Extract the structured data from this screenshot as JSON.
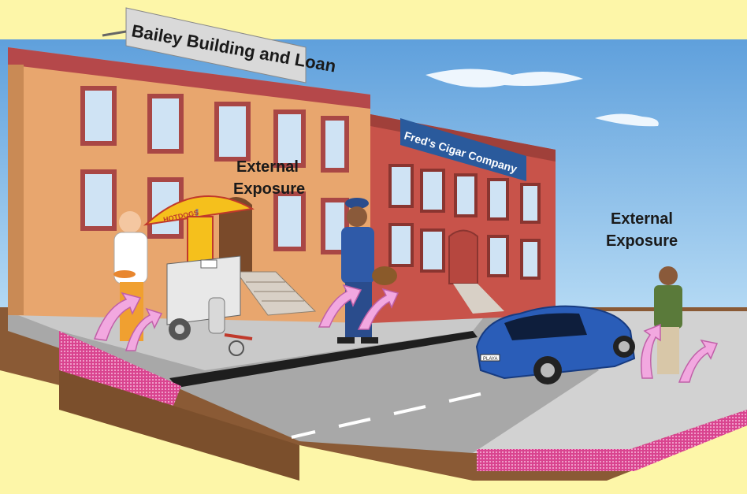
{
  "signs": {
    "bailey": "Bailey Building and Loan",
    "freds": "Fred's Cigar Company",
    "hotdogs": "HOTDOGS",
    "plate": "PLAYA"
  },
  "labels": {
    "exposure1_line1": "External",
    "exposure1_line2": "Exposure",
    "exposure2_line1": "External",
    "exposure2_line2": "Exposure"
  },
  "colors": {
    "background": "#fdf6a8",
    "sky": "#7fb8e6",
    "bailey_wall": "#e8a66e",
    "freds_wall": "#c8534a",
    "sidewalk": "#c9c9c9",
    "road": "#a6a6a6",
    "exposure_arrow": "#f2a8e0",
    "car": "#2a5db8"
  }
}
